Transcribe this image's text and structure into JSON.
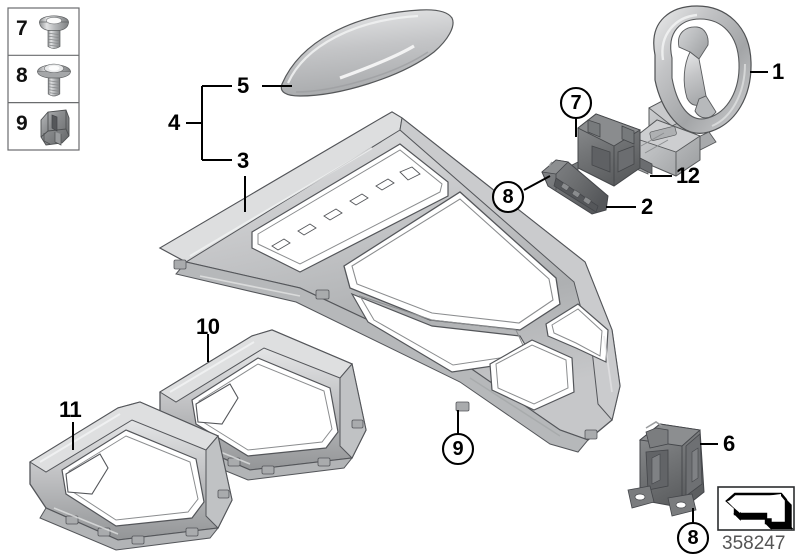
{
  "diagram": {
    "number": "358247",
    "background": "#ffffff",
    "silver_light": "#d9dadb",
    "silver_mid": "#b9babc",
    "silver_dark": "#8f9193",
    "dark_part": "#6f7173",
    "outline": "#3a3c3e"
  },
  "legend": {
    "rows": [
      {
        "number": "7",
        "icon": "pan-head-screw-icon"
      },
      {
        "number": "8",
        "icon": "flange-head-screw-icon"
      },
      {
        "number": "9",
        "icon": "spring-clip-icon"
      }
    ]
  },
  "callouts": [
    {
      "id": "c1",
      "number": "1",
      "style": "plain"
    },
    {
      "id": "c2",
      "number": "2",
      "style": "plain"
    },
    {
      "id": "c3",
      "number": "3",
      "style": "plain"
    },
    {
      "id": "c4",
      "number": "4",
      "style": "bracket"
    },
    {
      "id": "c5",
      "number": "5",
      "style": "plain"
    },
    {
      "id": "c6",
      "number": "6",
      "style": "plain"
    },
    {
      "id": "c7",
      "number": "7",
      "style": "circled"
    },
    {
      "id": "c8a",
      "number": "8",
      "style": "circled"
    },
    {
      "id": "c8b",
      "number": "8",
      "style": "circled"
    },
    {
      "id": "c9",
      "number": "9",
      "style": "circled"
    },
    {
      "id": "c10",
      "number": "10",
      "style": "plain"
    },
    {
      "id": "c11",
      "number": "11",
      "style": "plain"
    },
    {
      "id": "c12",
      "number": "12",
      "style": "plain"
    }
  ],
  "parts": {
    "gear_selector_ring": "1",
    "switch_panel": "2",
    "center_console_trim": "3",
    "trim_set_group": "4",
    "trim_strip": "5",
    "mounting_bracket": "6",
    "screw_pan": "7",
    "screw_flange": "8",
    "retaining_clip": "9",
    "gearshift_surround_frame_a": "10",
    "gearshift_surround_frame_b": "11",
    "slide_rail": "12"
  },
  "footer": {
    "drawing_number": "358247",
    "icon": "arrow-3d-icon"
  }
}
